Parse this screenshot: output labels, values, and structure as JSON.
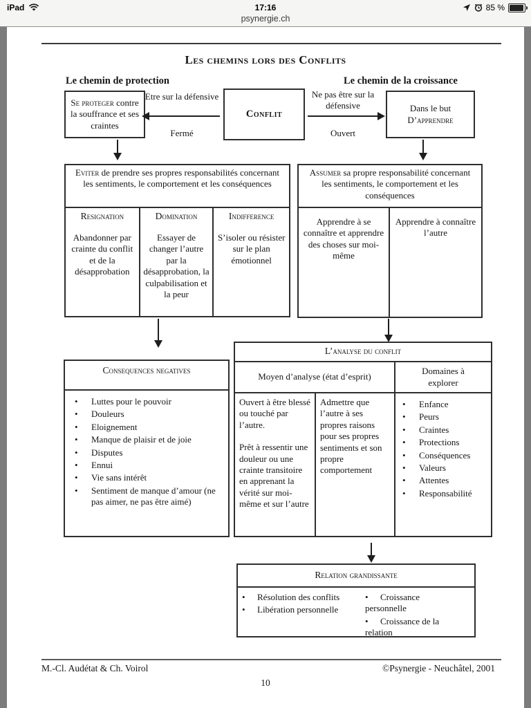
{
  "status_bar": {
    "device": "iPad",
    "time": "17:16",
    "battery_percent": "85 %",
    "site": "psynergie.ch",
    "icons": [
      "wifi-icon",
      "location-arrow-icon",
      "alarm-clock-icon",
      "battery-icon"
    ]
  },
  "page": {
    "title": "Les chemins lors des Conflits",
    "left_heading": "Le chemin de protection",
    "right_heading": "Le chemin de la croissance",
    "conflict_label": "Conflit",
    "protection_path": {
      "box_lead": "Se proteger",
      "box_rest": " contre la souffrance et ses craintes",
      "arrow_top": "Etre sur la défensive",
      "arrow_bottom": "Fermé"
    },
    "growth_path": {
      "box_line1": "Dans le but",
      "box_line2": "D’apprendre",
      "arrow_top": "Ne pas être sur la défensive",
      "arrow_bottom": "Ouvert"
    },
    "eviter": {
      "lead": "Eviter",
      "rest": " de prendre ses propres responsabilités concernant les sentiments, le comportement et les conséquences",
      "cols": [
        {
          "header": "Resignation",
          "body": "Abandonner par crainte du conflit et de la désapprobation"
        },
        {
          "header": "Domination",
          "body": "Essayer de changer l’autre par la désapprobation, la culpabilisation et la peur"
        },
        {
          "header": "Indifference",
          "body": "S’isoler ou résister sur le plan émotionnel"
        }
      ]
    },
    "assumer": {
      "lead": "Assumer",
      "rest": " sa propre responsabilité concernant les sentiments, le comportement et les conséquences",
      "col1": "Apprendre à se connaître et apprendre des choses sur moi-même",
      "col2": "Apprendre à connaître l’autre"
    },
    "consequences": {
      "header": "Consequences negatives",
      "items": [
        "Luttes pour le pouvoir",
        "Douleurs",
        "Eloignement",
        "Manque de plaisir et de joie",
        "Disputes",
        "Ennui",
        "Vie sans intérêt",
        "Sentiment de manque d’amour (ne pas aimer, ne pas être aimé)"
      ]
    },
    "analyse": {
      "header": "L’analyse du conflit",
      "moyen_header": "Moyen d’analyse (état d’esprit)",
      "domaines_header": "Domaines à explorer",
      "moyen_col1_p1": "Ouvert à être blessé ou touché par l’autre.",
      "moyen_col1_p2": "Prêt à ressentir une douleur ou une crainte transitoire en apprenant la vérité sur moi-même et sur l’autre",
      "moyen_col2": "Admettre que l’autre à ses propres raisons pour ses propres sentiments et son propre comportement",
      "domaines": [
        "Enfance",
        "Peurs",
        "Craintes",
        "Protections",
        "Conséquences",
        "Valeurs",
        "Attentes",
        "Responsabilité"
      ]
    },
    "relation": {
      "header": "Relation grandissante",
      "left_items": [
        "Résolution des conflits",
        "Libération personnelle"
      ],
      "right_items": [
        "Croissance personnelle",
        "Croissance de la relation"
      ]
    },
    "footer": {
      "authors": "M.-Cl. Audétat & Ch. Voirol",
      "copyright": "©Psynergie - Neuchâtel, 2001",
      "page_number": "10"
    }
  },
  "colors": {
    "chrome_bg": "#f5f5f4",
    "margin_bg": "#7c7c7c",
    "page_bg": "#ffffff",
    "border": "#2e2e2e",
    "text": "#151515"
  }
}
